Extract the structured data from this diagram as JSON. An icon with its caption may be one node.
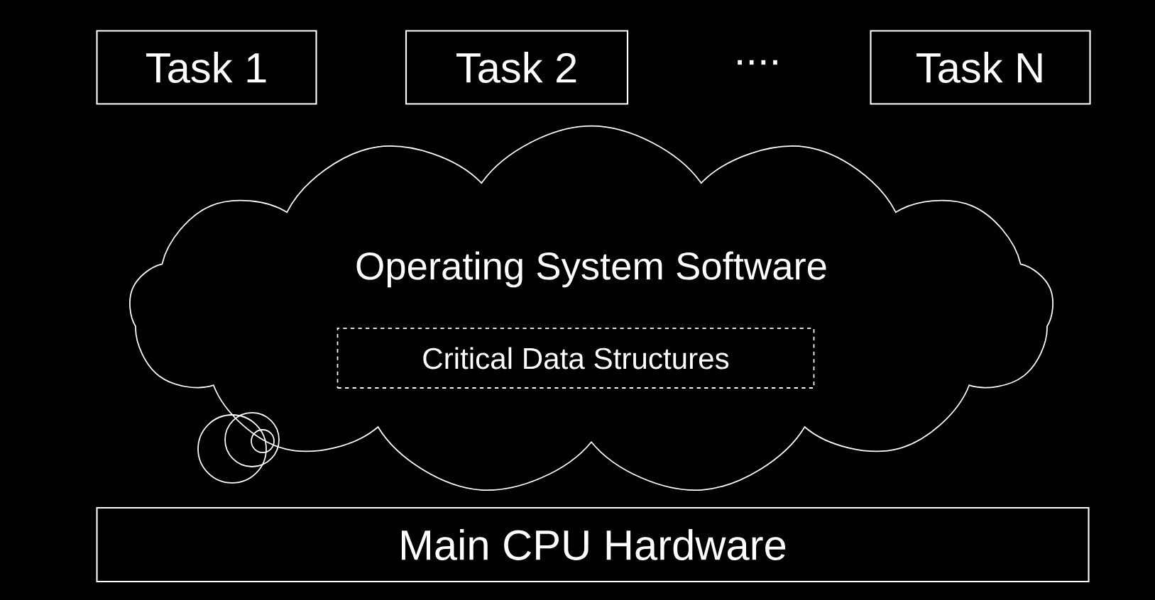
{
  "diagram": {
    "nodes": [
      {
        "text": [
          "Task 1"
        ]
      },
      {
        "text": [
          "Task 2"
        ]
      },
      {
        "text": [
          "Task N"
        ]
      },
      {
        "text": [
          "Operating System Software"
        ]
      },
      {
        "text": [
          "Critical Data Structures"
        ],
        "in": 3
      },
      {
        "text": [
          "Main CPU Hardware"
        ]
      }
    ],
    "labels": [
      "...."
    ]
  }
}
